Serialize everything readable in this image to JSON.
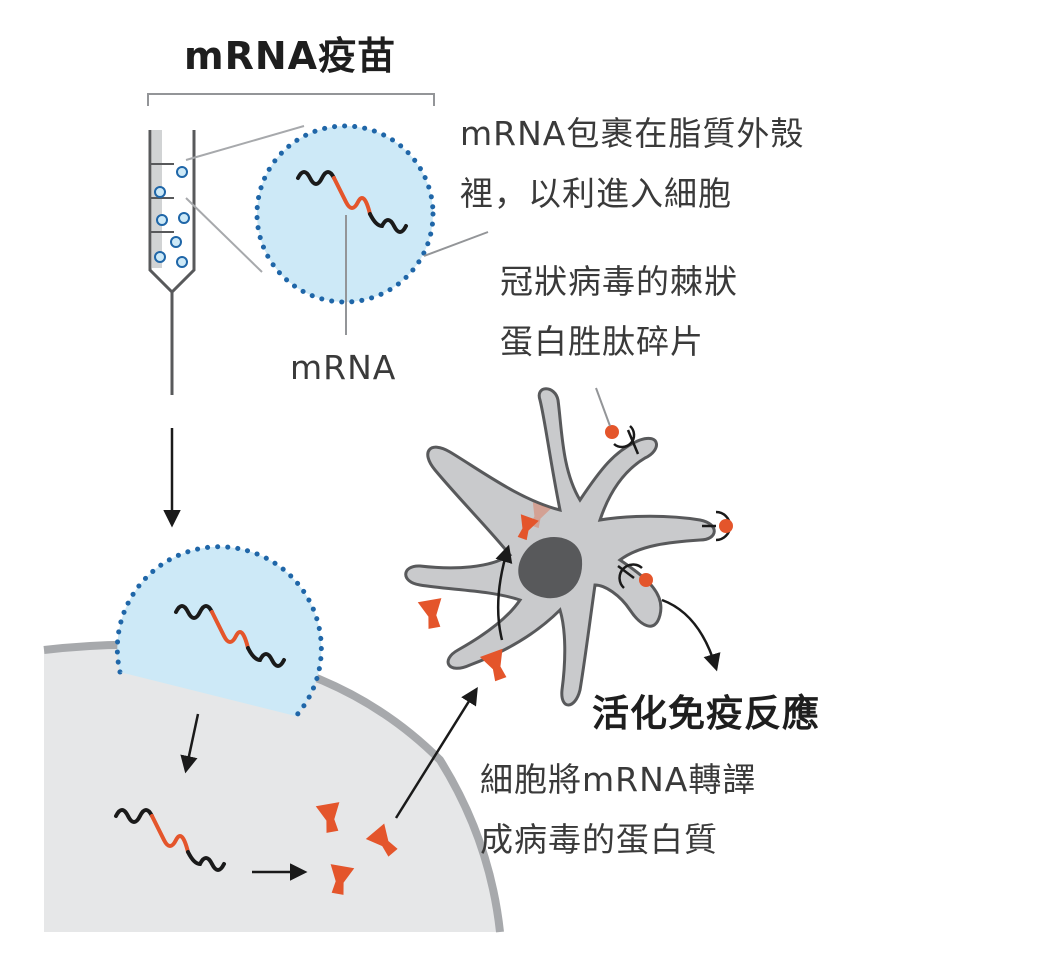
{
  "labels": {
    "title": "mRNA疫苗",
    "wrap_line1": "mRNA包裹在脂質外殼",
    "wrap_line2": "裡，以利進入細胞",
    "mrna": "mRNA",
    "spike_line1": "冠狀病毒的棘狀",
    "spike_line2": "蛋白胜肽碎片",
    "activate": "活化免疫反應",
    "translate_line1": "細胞將mRNA轉譯",
    "translate_line2": "成病毒的蛋白質"
  },
  "colors": {
    "lipid_fill": "#cde9f7",
    "lipid_dots": "#1f66a8",
    "mrna_dark": "#1a1a1a",
    "mrna_accent": "#e4552b",
    "protein": "#e4552b",
    "cell_fill": "#e6e7e8",
    "cell_edge": "#a7a9ac",
    "dendritic_fill": "#c9cacc",
    "dendritic_edge": "#58595b",
    "nucleus": "#58595b"
  }
}
